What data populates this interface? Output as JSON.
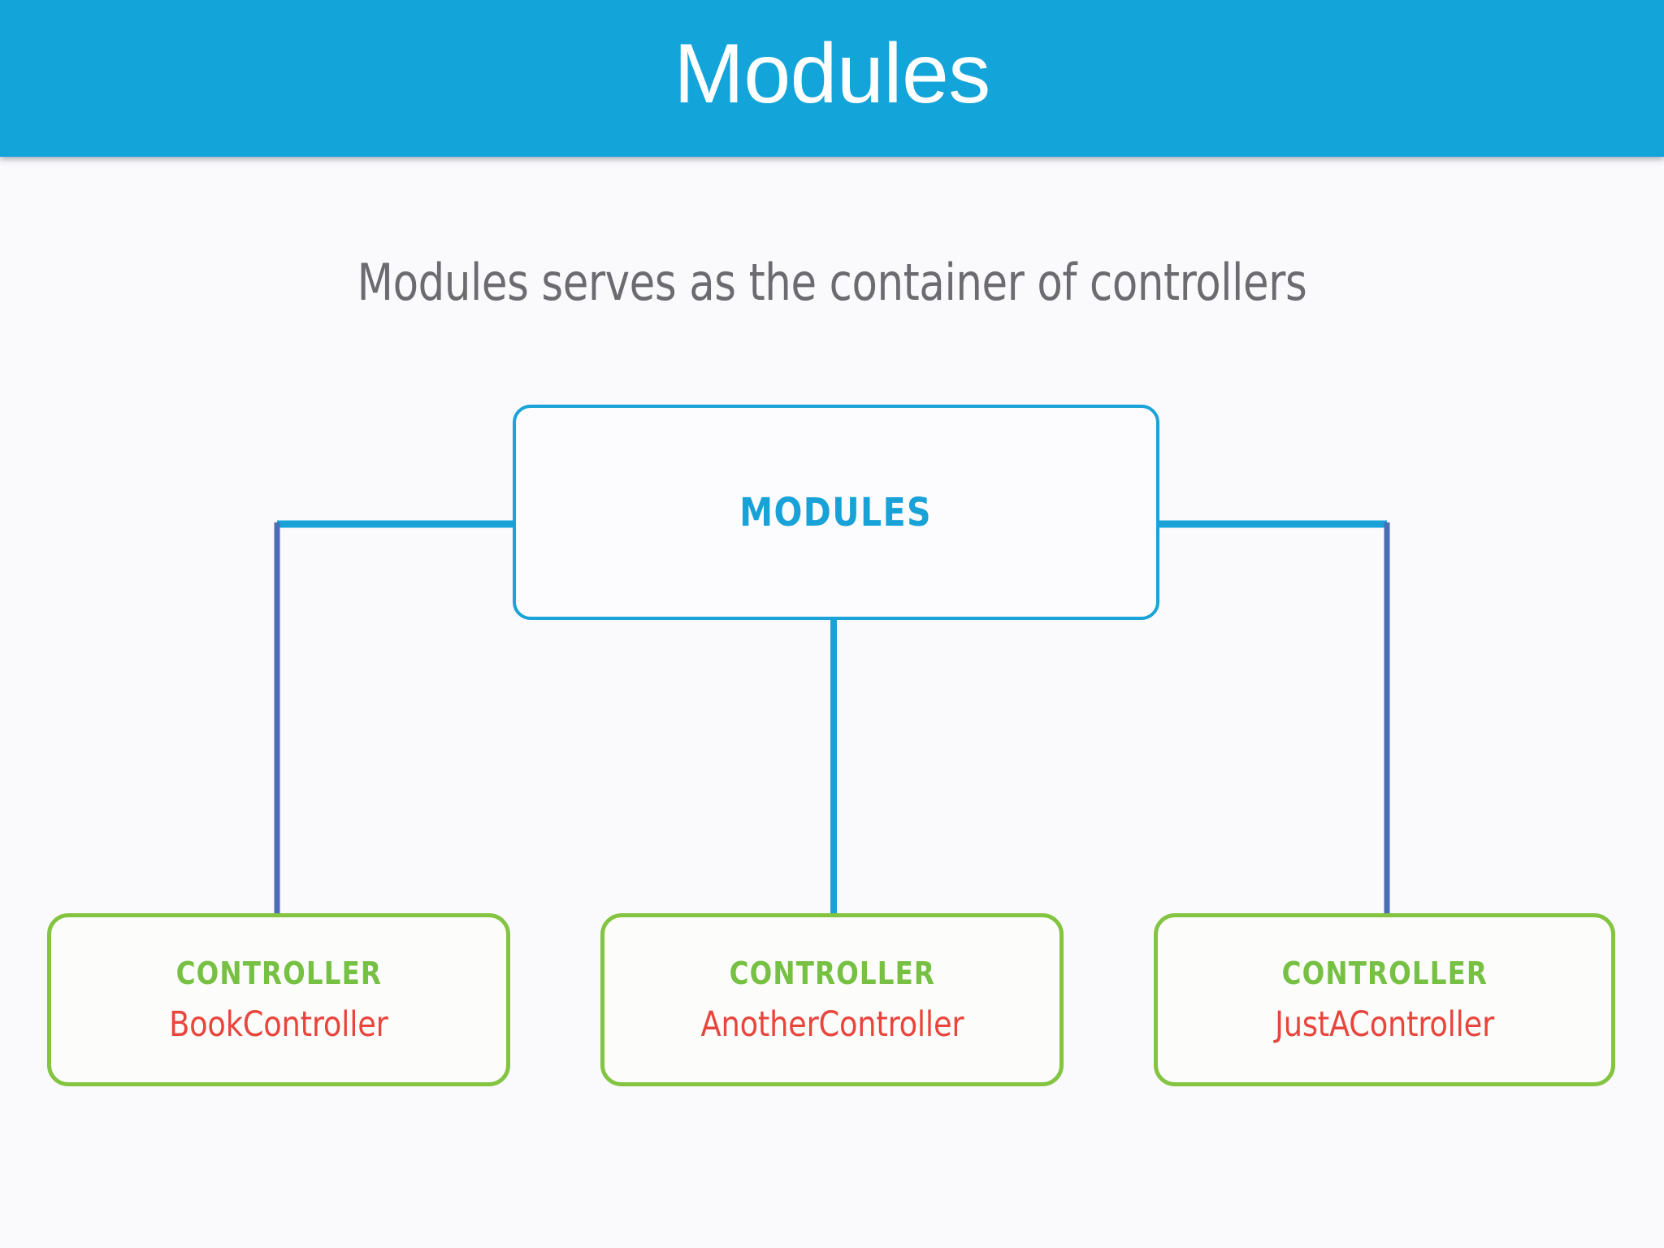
{
  "header": {
    "title": "Modules",
    "background_color": "#13a5d9",
    "text_color": "#ffffff"
  },
  "subtitle": {
    "text": "Modules serves as the container of controllers",
    "color": "#6b6b70"
  },
  "page": {
    "background_color": "#faf9fc"
  },
  "diagram": {
    "type": "hierarchy-tree",
    "root": {
      "label": "MODULES",
      "border_color": "#19a3d7",
      "text_color": "#18a2d8"
    },
    "children": [
      {
        "kind_label": "CONTROLLER",
        "name": "BookController",
        "border_color": "#83c441",
        "kind_color": "#76c043",
        "name_color": "#e8453c",
        "connector_color": "#4c6cb4"
      },
      {
        "kind_label": "CONTROLLER",
        "name": "AnotherController",
        "border_color": "#83c441",
        "kind_color": "#76c043",
        "name_color": "#e8453c",
        "connector_color": "#18a2d8"
      },
      {
        "kind_label": "CONTROLLER",
        "name": "JustAController",
        "border_color": "#83c441",
        "kind_color": "#76c043",
        "name_color": "#e8453c",
        "connector_color": "#4c6cb4"
      }
    ],
    "connector_colors": {
      "horizontal": "#18a2d8",
      "vertical": "#4c6cb4"
    }
  }
}
